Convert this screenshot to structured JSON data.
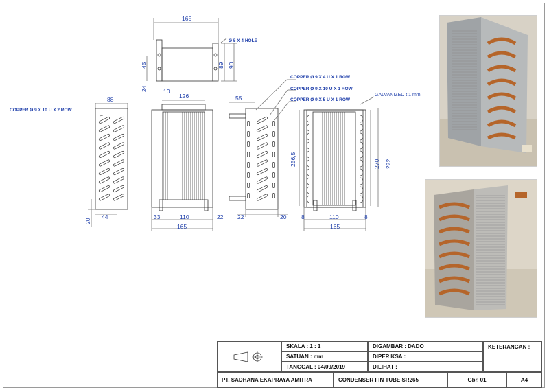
{
  "drawing": {
    "top_view": {
      "width_dim": "165",
      "hole_note": "Ø 5 X 4 HOLE",
      "left_dims": [
        "45",
        "24"
      ],
      "right_dims": [
        "89",
        "90"
      ],
      "bottom_dim": "10"
    },
    "side_view_left": {
      "top_dim": "88",
      "callout": "COPPER Ø 9 X 10 U X 2 ROW",
      "bottom_dims": [
        "20",
        "44"
      ]
    },
    "front_view": {
      "top_dim": "126",
      "bottom_dims": [
        "33",
        "110",
        "22"
      ],
      "overall_dim": "165"
    },
    "side_view_right": {
      "top_dim": "55",
      "bottom_dims": [
        "22",
        "20"
      ]
    },
    "rear_view": {
      "callouts": [
        "COPPER Ø 9 X 4 U X 1 ROW",
        "COPPER Ø 9 X 10 U X 1 ROW",
        "COPPER Ø 9 X 5 U X 1 ROW",
        "GALVANIZED t 1 mm"
      ],
      "height_dims": [
        "256,5",
        "270",
        "272"
      ],
      "bottom_dims": [
        "8",
        "110",
        "8"
      ],
      "overall_dim": "165"
    }
  },
  "title_block": {
    "scale": "SKALA :  1 : 1",
    "unit": "SATUAN : mm",
    "date": "TANGGAL : 04/09/2019",
    "drawn_by": "DIGAMBAR : DADO",
    "checked_by": "DIPERIKSA  :",
    "seen_by": "DILIHAT     :",
    "remarks": "KETERANGAN :",
    "company": "PT. SADHANA EKAPRAYA AMITRA",
    "product": "CONDENSER FIN TUBE SR265",
    "drawing_no": "Gbr. 01",
    "paper_size": "A4"
  },
  "photos": [
    "condenser-photo-front-icon",
    "condenser-photo-back-icon"
  ]
}
